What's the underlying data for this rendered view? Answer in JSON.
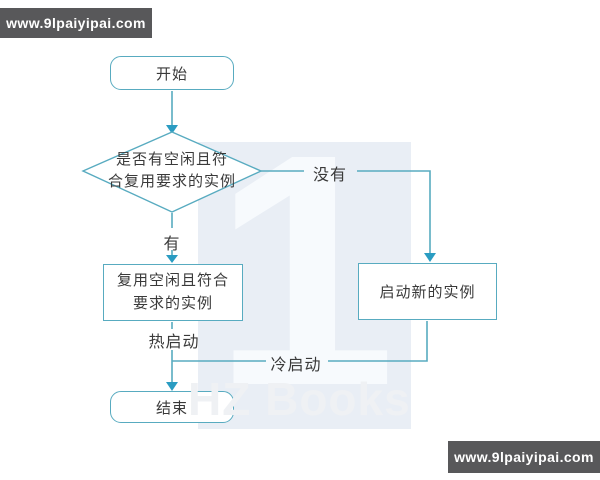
{
  "banners": {
    "top": "www.9lpaiyipai.com",
    "bottom": "www.9lpaiyipai.com"
  },
  "background_watermark": {
    "numeral": "1",
    "logo_text": "HZ Books"
  },
  "nodes": {
    "start": {
      "label": "开始"
    },
    "decision": {
      "line1": "是否有空闲且符",
      "line2": "合复用要求的实例"
    },
    "reuse": {
      "line1": "复用空闲且符合",
      "line2": "要求的实例"
    },
    "new_instance": {
      "label": "启动新的实例"
    },
    "end": {
      "label": "结束"
    }
  },
  "edge_labels": {
    "yes": "有",
    "no": "没有",
    "hot": "热启动",
    "cold": "冷启动"
  },
  "colors": {
    "line": "#58abc0",
    "arrow": "#2a9cc2",
    "text": "#3a3a3a",
    "banner_bg": "#58585a",
    "banner_text": "#ffffff",
    "panel_bg": "#e9eef5",
    "watermark_text": "#eff1f4"
  }
}
